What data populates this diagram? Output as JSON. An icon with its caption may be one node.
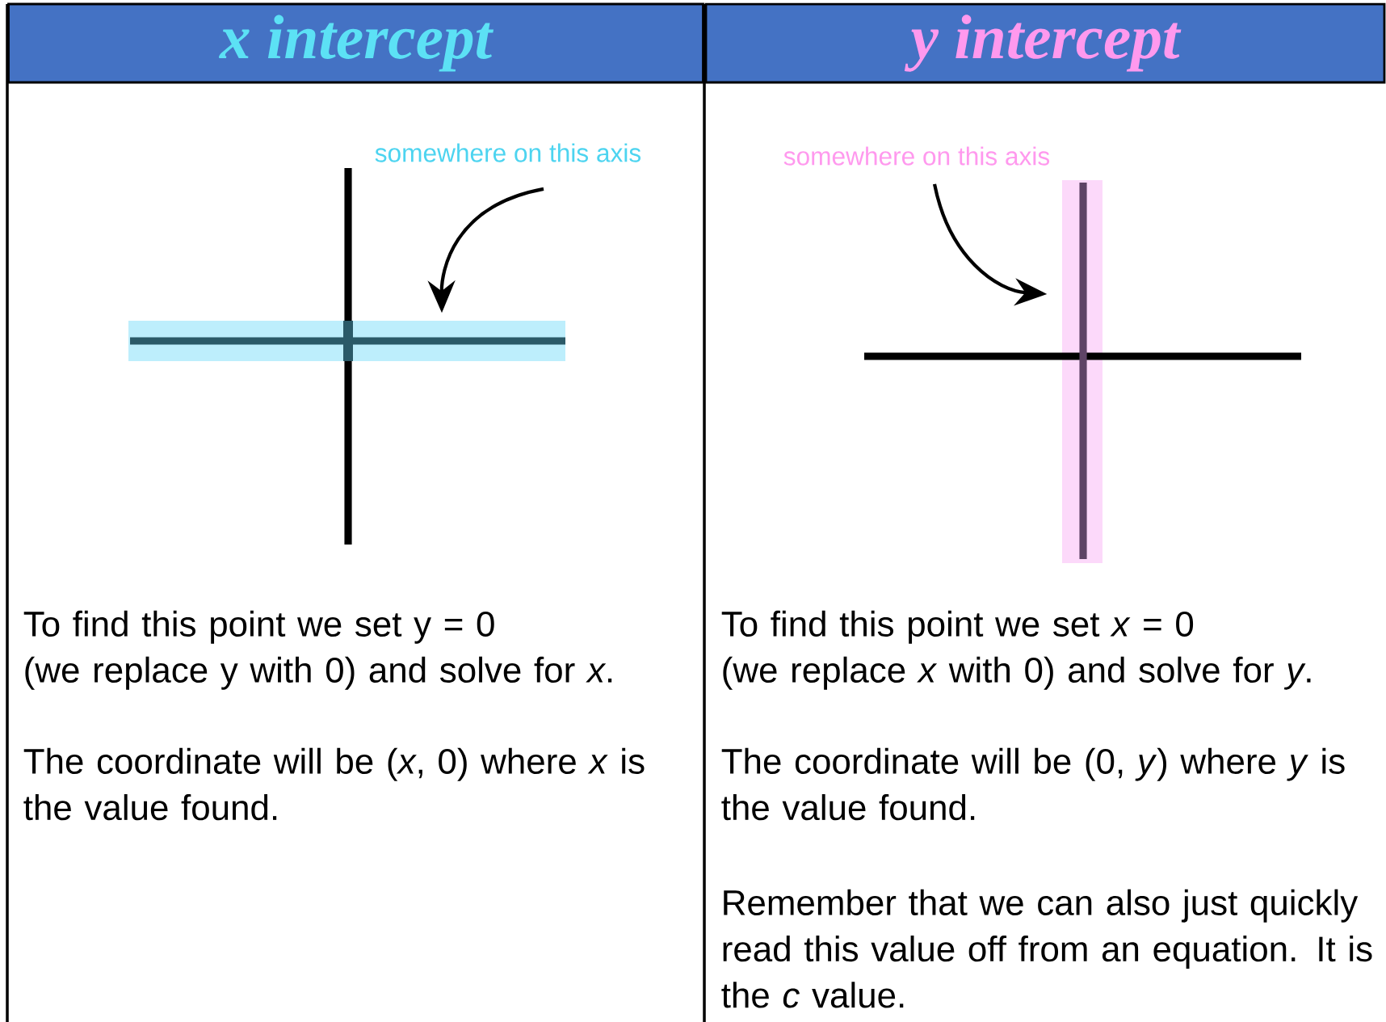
{
  "diagram": {
    "nodes": [
      {
        "text": [
          "somewhere on this axis"
        ]
      },
      {
        "text": [],
        "shape": "bar"
      },
      {
        "text": [
          "somewhere on this axis"
        ]
      },
      {
        "text": [],
        "shape": "bar"
      }
    ],
    "edges": [
      {
        "from": 0,
        "to": 1,
        "arrow": "to"
      },
      {
        "from": 2,
        "to": 3,
        "arrow": "to"
      }
    ],
    "labels": [
      "x intercept",
      "y intercept",
      "To find this point we set y = 0",
      "(we replace y with 0) and solve for *x*.",
      "The coordinate will be (*x*, 0) where *x* is the value found.",
      "To find this point we set *x* = 0",
      "(we replace *x* with 0) and solve for *y*.",
      "The coordinate will be (0, *y*) where *y* is the value found.",
      "Remember that we can also just quickly read this value off from an equation.  It is the *c* value."
    ]
  }
}
